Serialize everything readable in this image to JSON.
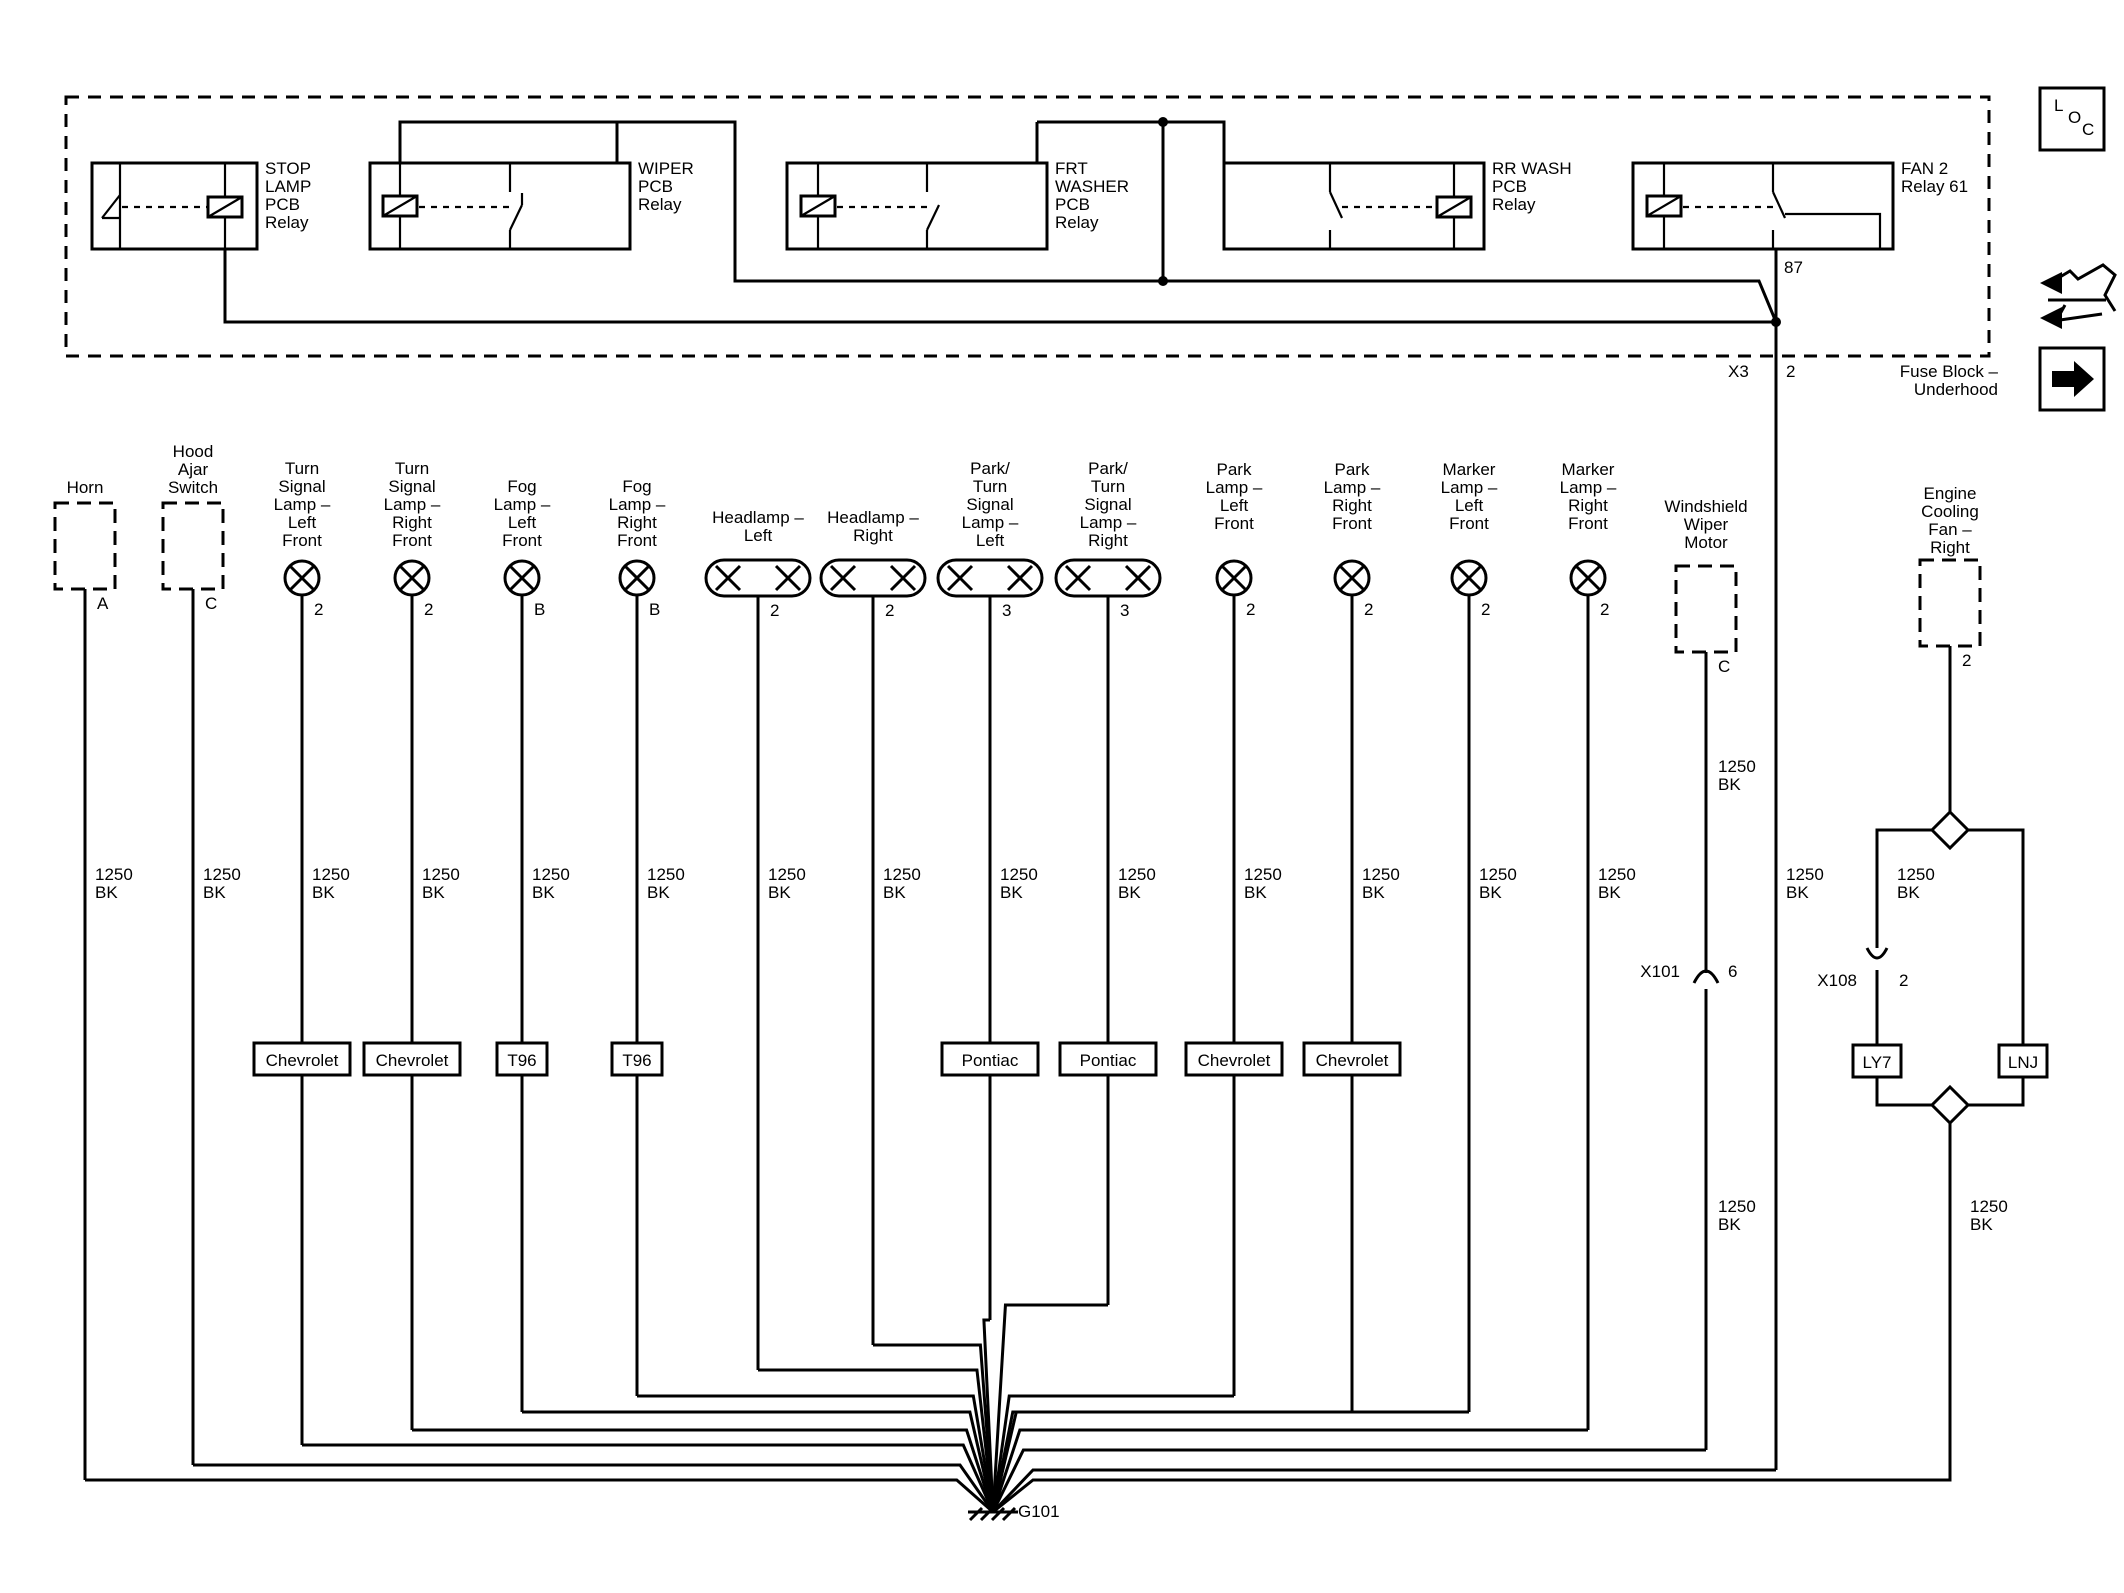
{
  "fuse_block": {
    "name_lines": [
      "Fuse Block –",
      "Underhood"
    ],
    "connector": "X3",
    "connector_pin": "2",
    "fan_pin": "87",
    "relays": [
      {
        "id": "stop-lamp",
        "lines": [
          "STOP",
          "LAMP",
          "PCB",
          "Relay"
        ]
      },
      {
        "id": "wiper",
        "lines": [
          "WIPER",
          "PCB",
          "Relay"
        ]
      },
      {
        "id": "frt-washer",
        "lines": [
          "FRT",
          "WASHER",
          "PCB",
          "Relay"
        ]
      },
      {
        "id": "rr-wash",
        "lines": [
          "RR WASH",
          "PCB",
          "Relay"
        ]
      },
      {
        "id": "fan2",
        "lines": [
          "FAN 2",
          "Relay 61"
        ]
      }
    ]
  },
  "icons": {
    "loc": [
      "L",
      "O",
      "C"
    ],
    "names": [
      "loc-icon",
      "connector-tool-icon",
      "next-arrow-icon"
    ]
  },
  "wire": {
    "size": "1250",
    "color": "BK"
  },
  "ground": {
    "label": "G101"
  },
  "components": [
    {
      "id": "horn",
      "lines": [
        "Horn"
      ],
      "pin": "A",
      "type": "box"
    },
    {
      "id": "hood-ajar-switch",
      "lines": [
        "Hood",
        "Ajar",
        "Switch"
      ],
      "pin": "C",
      "type": "box"
    },
    {
      "id": "turn-signal-left-front",
      "lines": [
        "Turn",
        "Signal",
        "Lamp –",
        "Left",
        "Front"
      ],
      "pin": "2",
      "type": "lamp",
      "option": "Chevrolet"
    },
    {
      "id": "turn-signal-right-front",
      "lines": [
        "Turn",
        "Signal",
        "Lamp –",
        "Right",
        "Front"
      ],
      "pin": "2",
      "type": "lamp",
      "option": "Chevrolet"
    },
    {
      "id": "fog-lamp-left-front",
      "lines": [
        "Fog",
        "Lamp –",
        "Left",
        "Front"
      ],
      "pin": "B",
      "type": "lamp",
      "option": "T96"
    },
    {
      "id": "fog-lamp-right-front",
      "lines": [
        "Fog",
        "Lamp –",
        "Right",
        "Front"
      ],
      "pin": "B",
      "type": "lamp",
      "option": "T96"
    },
    {
      "id": "headlamp-left",
      "lines": [
        "Headlamp –",
        "Left"
      ],
      "pin": "2",
      "type": "dual"
    },
    {
      "id": "headlamp-right",
      "lines": [
        "Headlamp –",
        "Right"
      ],
      "pin": "2",
      "type": "dual"
    },
    {
      "id": "park-turn-left",
      "lines": [
        "Park/",
        "Turn",
        "Signal",
        "Lamp –",
        "Left"
      ],
      "pin": "3",
      "type": "dual",
      "option": "Pontiac"
    },
    {
      "id": "park-turn-right",
      "lines": [
        "Park/",
        "Turn",
        "Signal",
        "Lamp –",
        "Right"
      ],
      "pin": "3",
      "type": "dual",
      "option": "Pontiac"
    },
    {
      "id": "park-lamp-left-front",
      "lines": [
        "Park",
        "Lamp –",
        "Left",
        "Front"
      ],
      "pin": "2",
      "type": "lamp",
      "option": "Chevrolet"
    },
    {
      "id": "park-lamp-right-front",
      "lines": [
        "Park",
        "Lamp –",
        "Right",
        "Front"
      ],
      "pin": "2",
      "type": "lamp",
      "option": "Chevrolet"
    },
    {
      "id": "marker-lamp-left-front",
      "lines": [
        "Marker",
        "Lamp –",
        "Left",
        "Front"
      ],
      "pin": "2",
      "type": "lamp"
    },
    {
      "id": "marker-lamp-right-front",
      "lines": [
        "Marker",
        "Lamp –",
        "Right",
        "Front"
      ],
      "pin": "2",
      "type": "lamp"
    },
    {
      "id": "windshield-wiper-motor",
      "lines": [
        "Windshield",
        "Wiper",
        "Motor"
      ],
      "pin": "C",
      "type": "box",
      "inline_connector": "X101",
      "inline_pin": "6"
    },
    {
      "id": "engine-cooling-fan-right",
      "lines": [
        "Engine",
        "Cooling",
        "Fan –",
        "Right"
      ],
      "pin": "2",
      "type": "box",
      "inline_connector": "X108",
      "inline_pin": "2",
      "options": [
        "LY7",
        "LNJ"
      ]
    }
  ]
}
